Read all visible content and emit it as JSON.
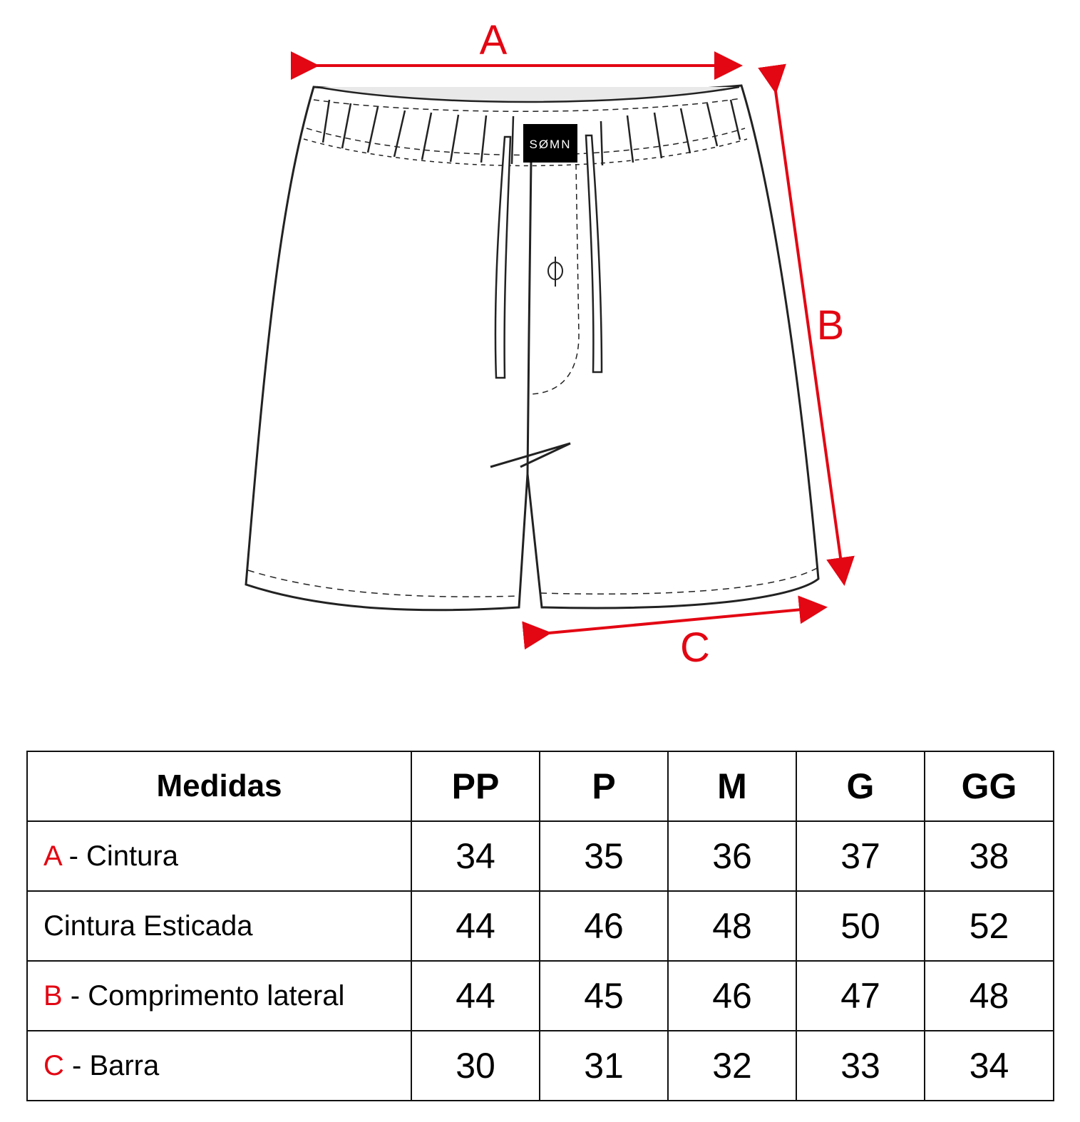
{
  "diagram": {
    "brand": "SØMN",
    "dimensions": [
      {
        "letter": "A",
        "meaning": "Cintura"
      },
      {
        "letter": "B",
        "meaning": "Comprimento lateral"
      },
      {
        "letter": "C",
        "meaning": "Barra"
      }
    ],
    "accent_color": "#e30613"
  },
  "table": {
    "header": [
      "Medidas",
      "PP",
      "P",
      "M",
      "G",
      "GG"
    ],
    "rows": [
      {
        "letter": "A",
        "label": " - Cintura",
        "values": [
          "34",
          "35",
          "36",
          "37",
          "38"
        ]
      },
      {
        "letter": "",
        "label": "Cintura Esticada",
        "values": [
          "44",
          "46",
          "48",
          "50",
          "52"
        ]
      },
      {
        "letter": "B",
        "label": " - Comprimento lateral",
        "values": [
          "44",
          "45",
          "46",
          "47",
          "48"
        ]
      },
      {
        "letter": "C",
        "label": " - Barra",
        "values": [
          "30",
          "31",
          "32",
          "33",
          "34"
        ]
      }
    ]
  }
}
